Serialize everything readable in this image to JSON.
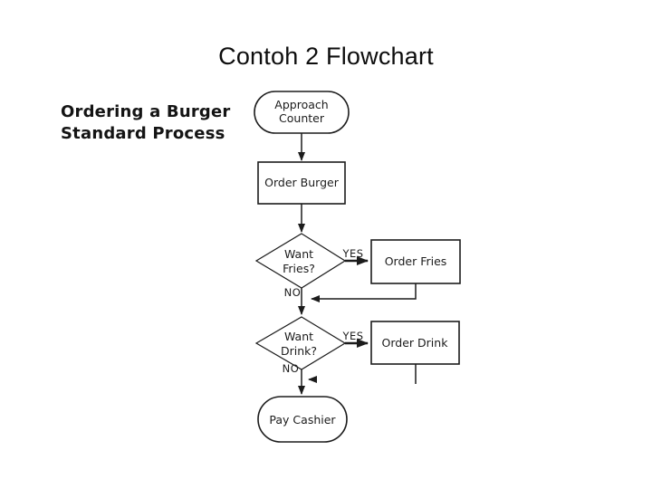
{
  "slide": {
    "title": "Contoh 2 Flowchart",
    "subtitle_line1": "Ordering a Burger",
    "subtitle_line2": "Standard Process"
  },
  "flowchart": {
    "nodes": {
      "start": {
        "type": "terminator",
        "lines": [
          "Approach",
          "Counter"
        ]
      },
      "order_burger": {
        "type": "process",
        "label": "Order Burger"
      },
      "want_fries": {
        "type": "decision",
        "lines": [
          "Want",
          "Fries?"
        ]
      },
      "order_fries": {
        "type": "process",
        "label": "Order Fries"
      },
      "want_drink": {
        "type": "decision",
        "lines": [
          "Want",
          "Drink?"
        ]
      },
      "order_drink": {
        "type": "process",
        "label": "Order Drink"
      },
      "pay_cashier": {
        "type": "terminator",
        "label": "Pay Cashier"
      }
    },
    "edge_labels": {
      "fries_yes": "YES",
      "fries_no": "NO",
      "drink_yes": "YES",
      "drink_no": "NO"
    },
    "colors": {
      "stroke": "#1c1c1c",
      "text": "#1c1c1c",
      "background": "#ffffff"
    }
  }
}
